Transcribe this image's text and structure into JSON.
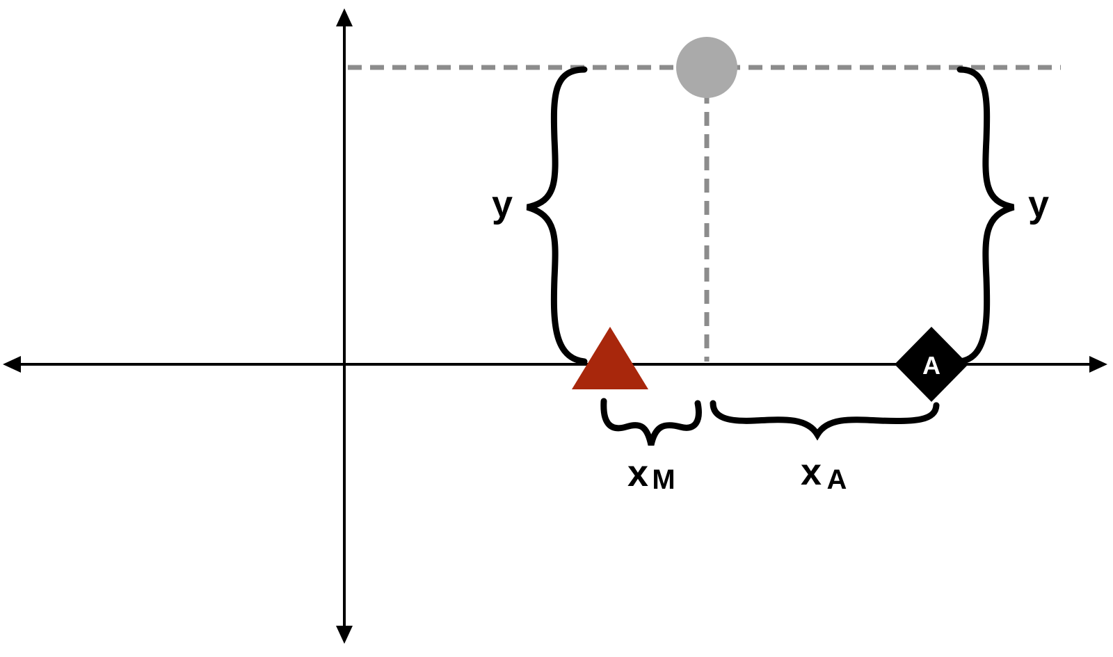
{
  "labels": {
    "y_left": "y",
    "y_right": "y",
    "x_m_main": "x",
    "x_m_sub": "M",
    "x_a_main": "x",
    "x_a_sub": "A",
    "marker_a": "A"
  },
  "colors": {
    "axis": "#000000",
    "guide": "#8c8c8c",
    "circle": "#aaaaaa",
    "triangle": "#a8270c",
    "diamond": "#000000",
    "brace": "#000000"
  },
  "shapes": {
    "circle": "gray-circle",
    "triangle": "red-triangle",
    "diamond": "black-diamond"
  }
}
